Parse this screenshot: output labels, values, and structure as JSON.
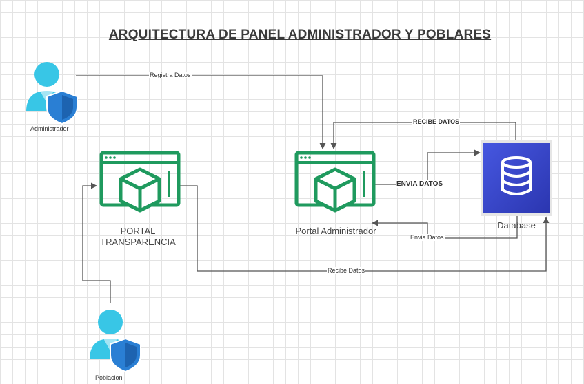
{
  "title": "ARQUITECTURA DE PANEL ADMINISTRADOR Y POBLARES",
  "actors": {
    "administrador": "Administrador",
    "poblacion": "Poblacion"
  },
  "nodes": {
    "portal_transparencia": "PORTAL\nTRANSPARENCIA",
    "portal_administrador": "Portal Administrador",
    "database": "Database"
  },
  "edges": {
    "registra_datos": "Registra Datos",
    "recibe_datos_top": "RECIBE DATOS",
    "envia_datos_upper": "ENVIA DATOS",
    "envia_datos_lower": "Envia Datos",
    "recibe_datos_bottom": "Recibe Datos"
  },
  "colors": {
    "portal_green": "#1f9a5e",
    "user_cyan": "#38c6e6",
    "shield_blue": "#2a7fd4",
    "database_blue": "#3344c9",
    "connector": "#555555"
  },
  "icons": {
    "administrador": "user-shield-icon",
    "poblacion": "user-shield-icon",
    "portal_transparencia": "browser-cube-icon",
    "portal_administrador": "browser-cube-icon",
    "database": "database-cylinder-icon"
  }
}
